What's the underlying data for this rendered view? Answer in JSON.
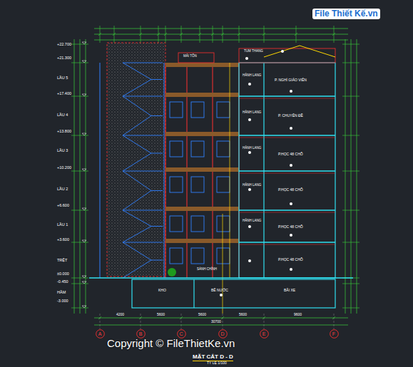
{
  "diagram": {
    "title": "MẶT CẮT D - D",
    "nodes": [
      {
        "text": [
          "A"
        ]
      },
      {
        "text": [
          "B"
        ]
      },
      {
        "text": [
          "C"
        ]
      },
      {
        "text": [
          "D"
        ]
      },
      {
        "text": [
          "E"
        ]
      },
      {
        "text": [
          "F"
        ]
      }
    ],
    "edges": [],
    "labels": [
      "File Thiết Kế.vn",
      "Copyright © FileThietKe.vn",
      "+22.700",
      "+21.300",
      "LẦU 5",
      "+17.400",
      "LẦU 4",
      "+13.800",
      "LẦU 3",
      "+10.200",
      "LẦU 2",
      "+6.600",
      "LẦU 1",
      "+3.600",
      "TRỆT",
      "±0.000",
      "-0.450",
      "HẦM",
      "-3.000",
      "P. NGHỈ GIÁO VIÊN",
      "P. CHUYÊN ĐỀ",
      "P.HỌC 48 CHỖ",
      "P.HỌC 48 CHỖ",
      "P.HỌC 48 CHỖ",
      "P.HỌC 48 CHỖ",
      "HÀNH LANG",
      "HÀNH LANG",
      "HÀNH LANG",
      "HÀNH LANG",
      "HÀNH LANG",
      "TUM THANG",
      "MÁI TÔN",
      "SẢNH CHÍNH",
      "KHO",
      "BỂ NƯỚC",
      "BÃI XE",
      "4200",
      "5600",
      "5600",
      "5600",
      "9600",
      "30700",
      "TỶ LỆ 1/100"
    ]
  }
}
